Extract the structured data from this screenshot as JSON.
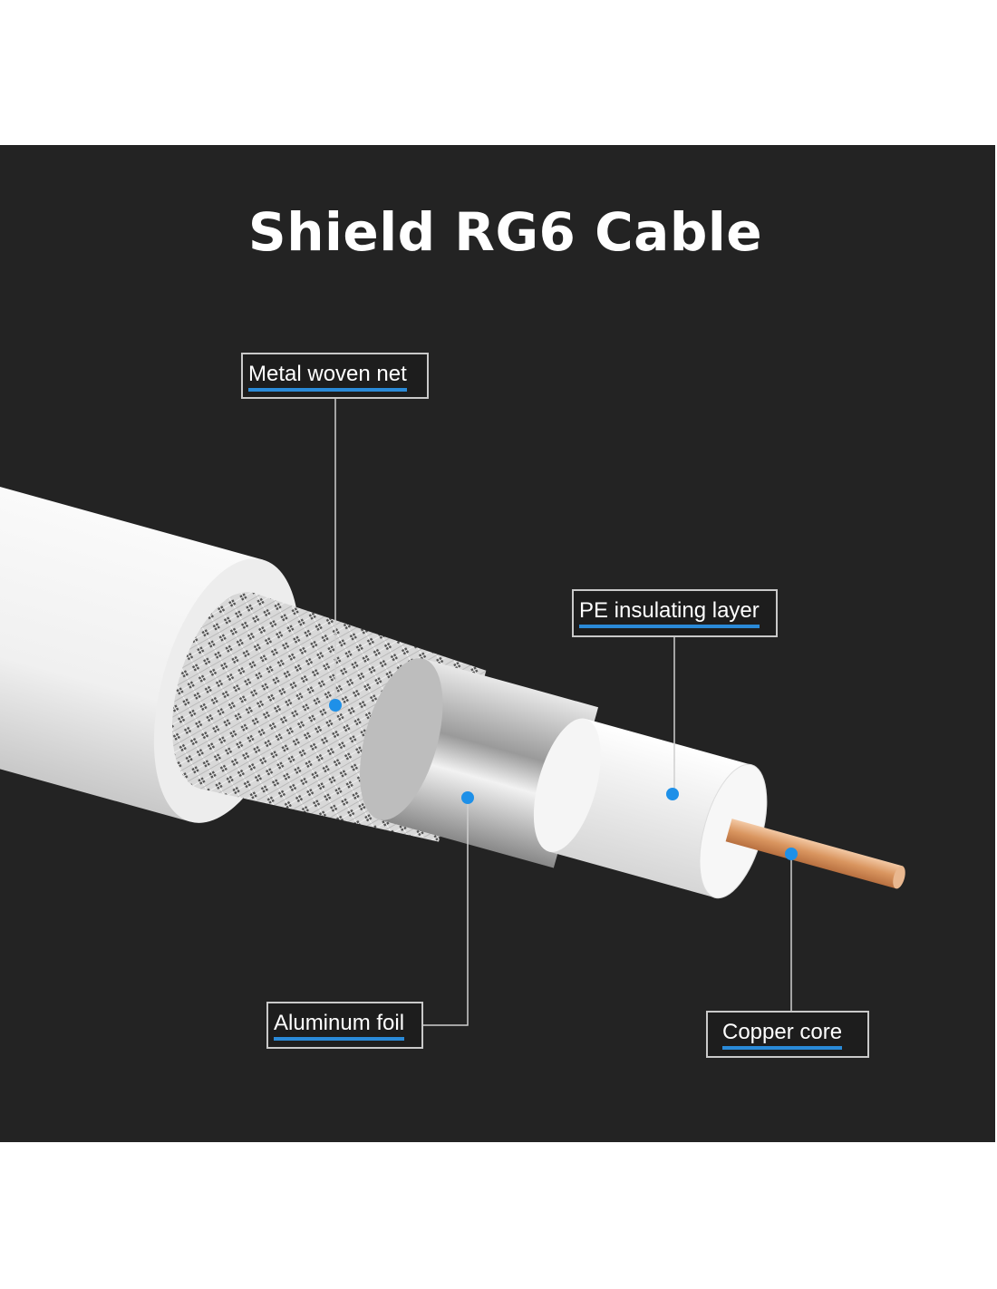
{
  "title": "Shield RG6 Cable",
  "labels": {
    "metal_woven_net": "Metal woven net",
    "pe_insulating_layer": "PE insulating layer",
    "aluminum_foil": "Aluminum foil",
    "copper_core": "Copper core"
  },
  "colors": {
    "background": "#232323",
    "accent": "#2a8ad8",
    "copper": "#e0a67c"
  }
}
